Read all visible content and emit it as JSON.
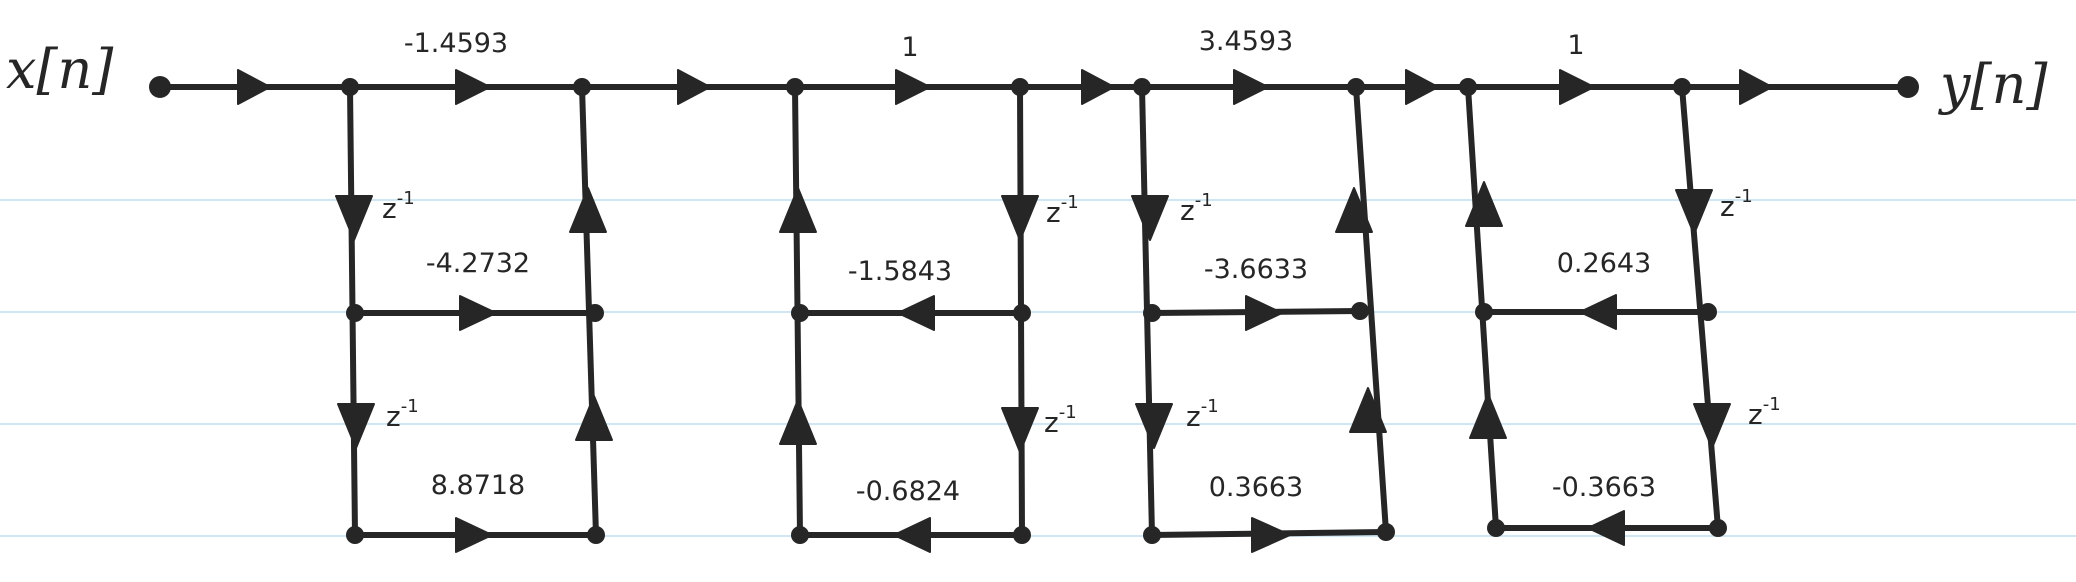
{
  "input_label": "x[n]",
  "output_label": "y[n]",
  "delay_symbol": "z",
  "delay_exponent": "-1",
  "colors": {
    "ink": "#262626",
    "ruled_lines": "#cfe6f3",
    "background": "#ffffff"
  },
  "sections": [
    {
      "gain": "-1.4593",
      "coef_a": "-4.2732",
      "coef_b": "8.8718"
    },
    {
      "gain": "1",
      "coef_a": "-1.5843",
      "coef_b": "-0.6824"
    },
    {
      "gain": "3.4593",
      "coef_a": "-3.6633",
      "coef_b": "0.3663"
    },
    {
      "gain": "1",
      "coef_a": "0.2643",
      "coef_b": "-0.3663"
    }
  ]
}
